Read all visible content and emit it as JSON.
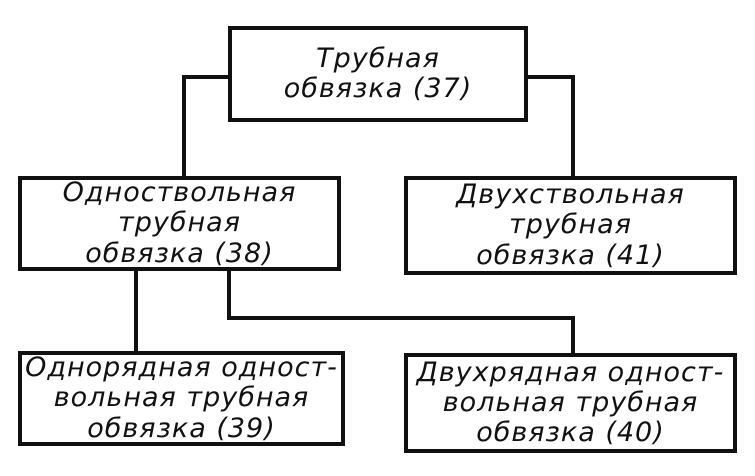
{
  "nodes": {
    "root": {
      "lines": [
        "Трубная",
        "обвязка (37)"
      ]
    },
    "single_barrel": {
      "lines": [
        "Одноствольная",
        "трубная",
        "обвязка (38)"
      ]
    },
    "double_barrel": {
      "lines": [
        "Двухствольная",
        "трубная",
        "обвязка (41)"
      ]
    },
    "single_row": {
      "lines": [
        "Однорядная одност-",
        "вольная трубная",
        "обвязка (39)"
      ]
    },
    "double_row": {
      "lines": [
        "Двухрядная одност-",
        "вольная трубная",
        "обвязка (40)"
      ]
    }
  }
}
